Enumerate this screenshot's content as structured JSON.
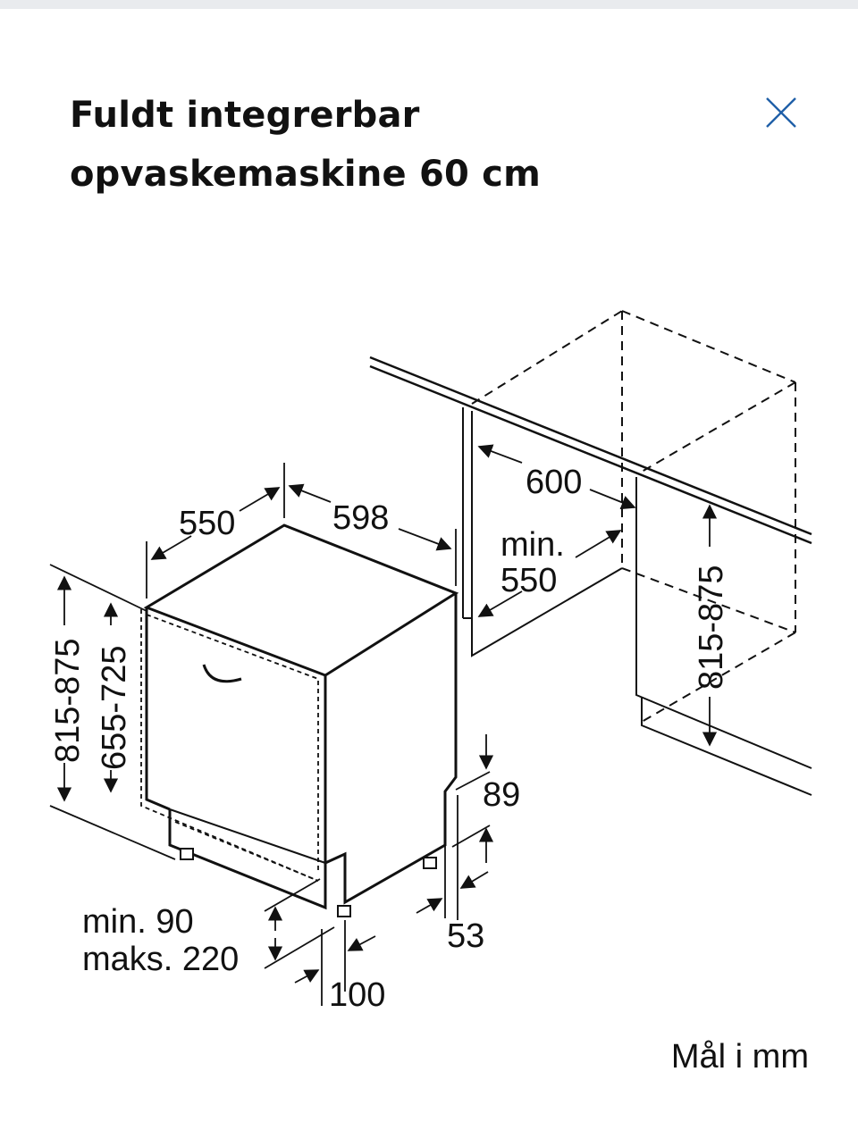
{
  "header": {
    "title_line1": "Fuldt integrerbar",
    "title_line2": "opvaskemaskine 60 cm",
    "close_icon": "close-icon",
    "accent_color": "#1f5fa8"
  },
  "diagram": {
    "dim_depth": "550",
    "dim_width": "598",
    "dim_niche_depth": "600",
    "dim_niche_min_label": "min.",
    "dim_niche_min_value": "550",
    "dim_niche_height": "815-875",
    "dim_total_height": "815-875",
    "dim_door_height": "655-725",
    "dim_toe_kick_top": "89",
    "dim_toe_kick_bottom": "53",
    "dim_plinth_min": "min. 90",
    "dim_plinth_max": "maks. 220",
    "dim_plinth_offset": "100"
  },
  "footer": {
    "units": "Mål i mm"
  }
}
